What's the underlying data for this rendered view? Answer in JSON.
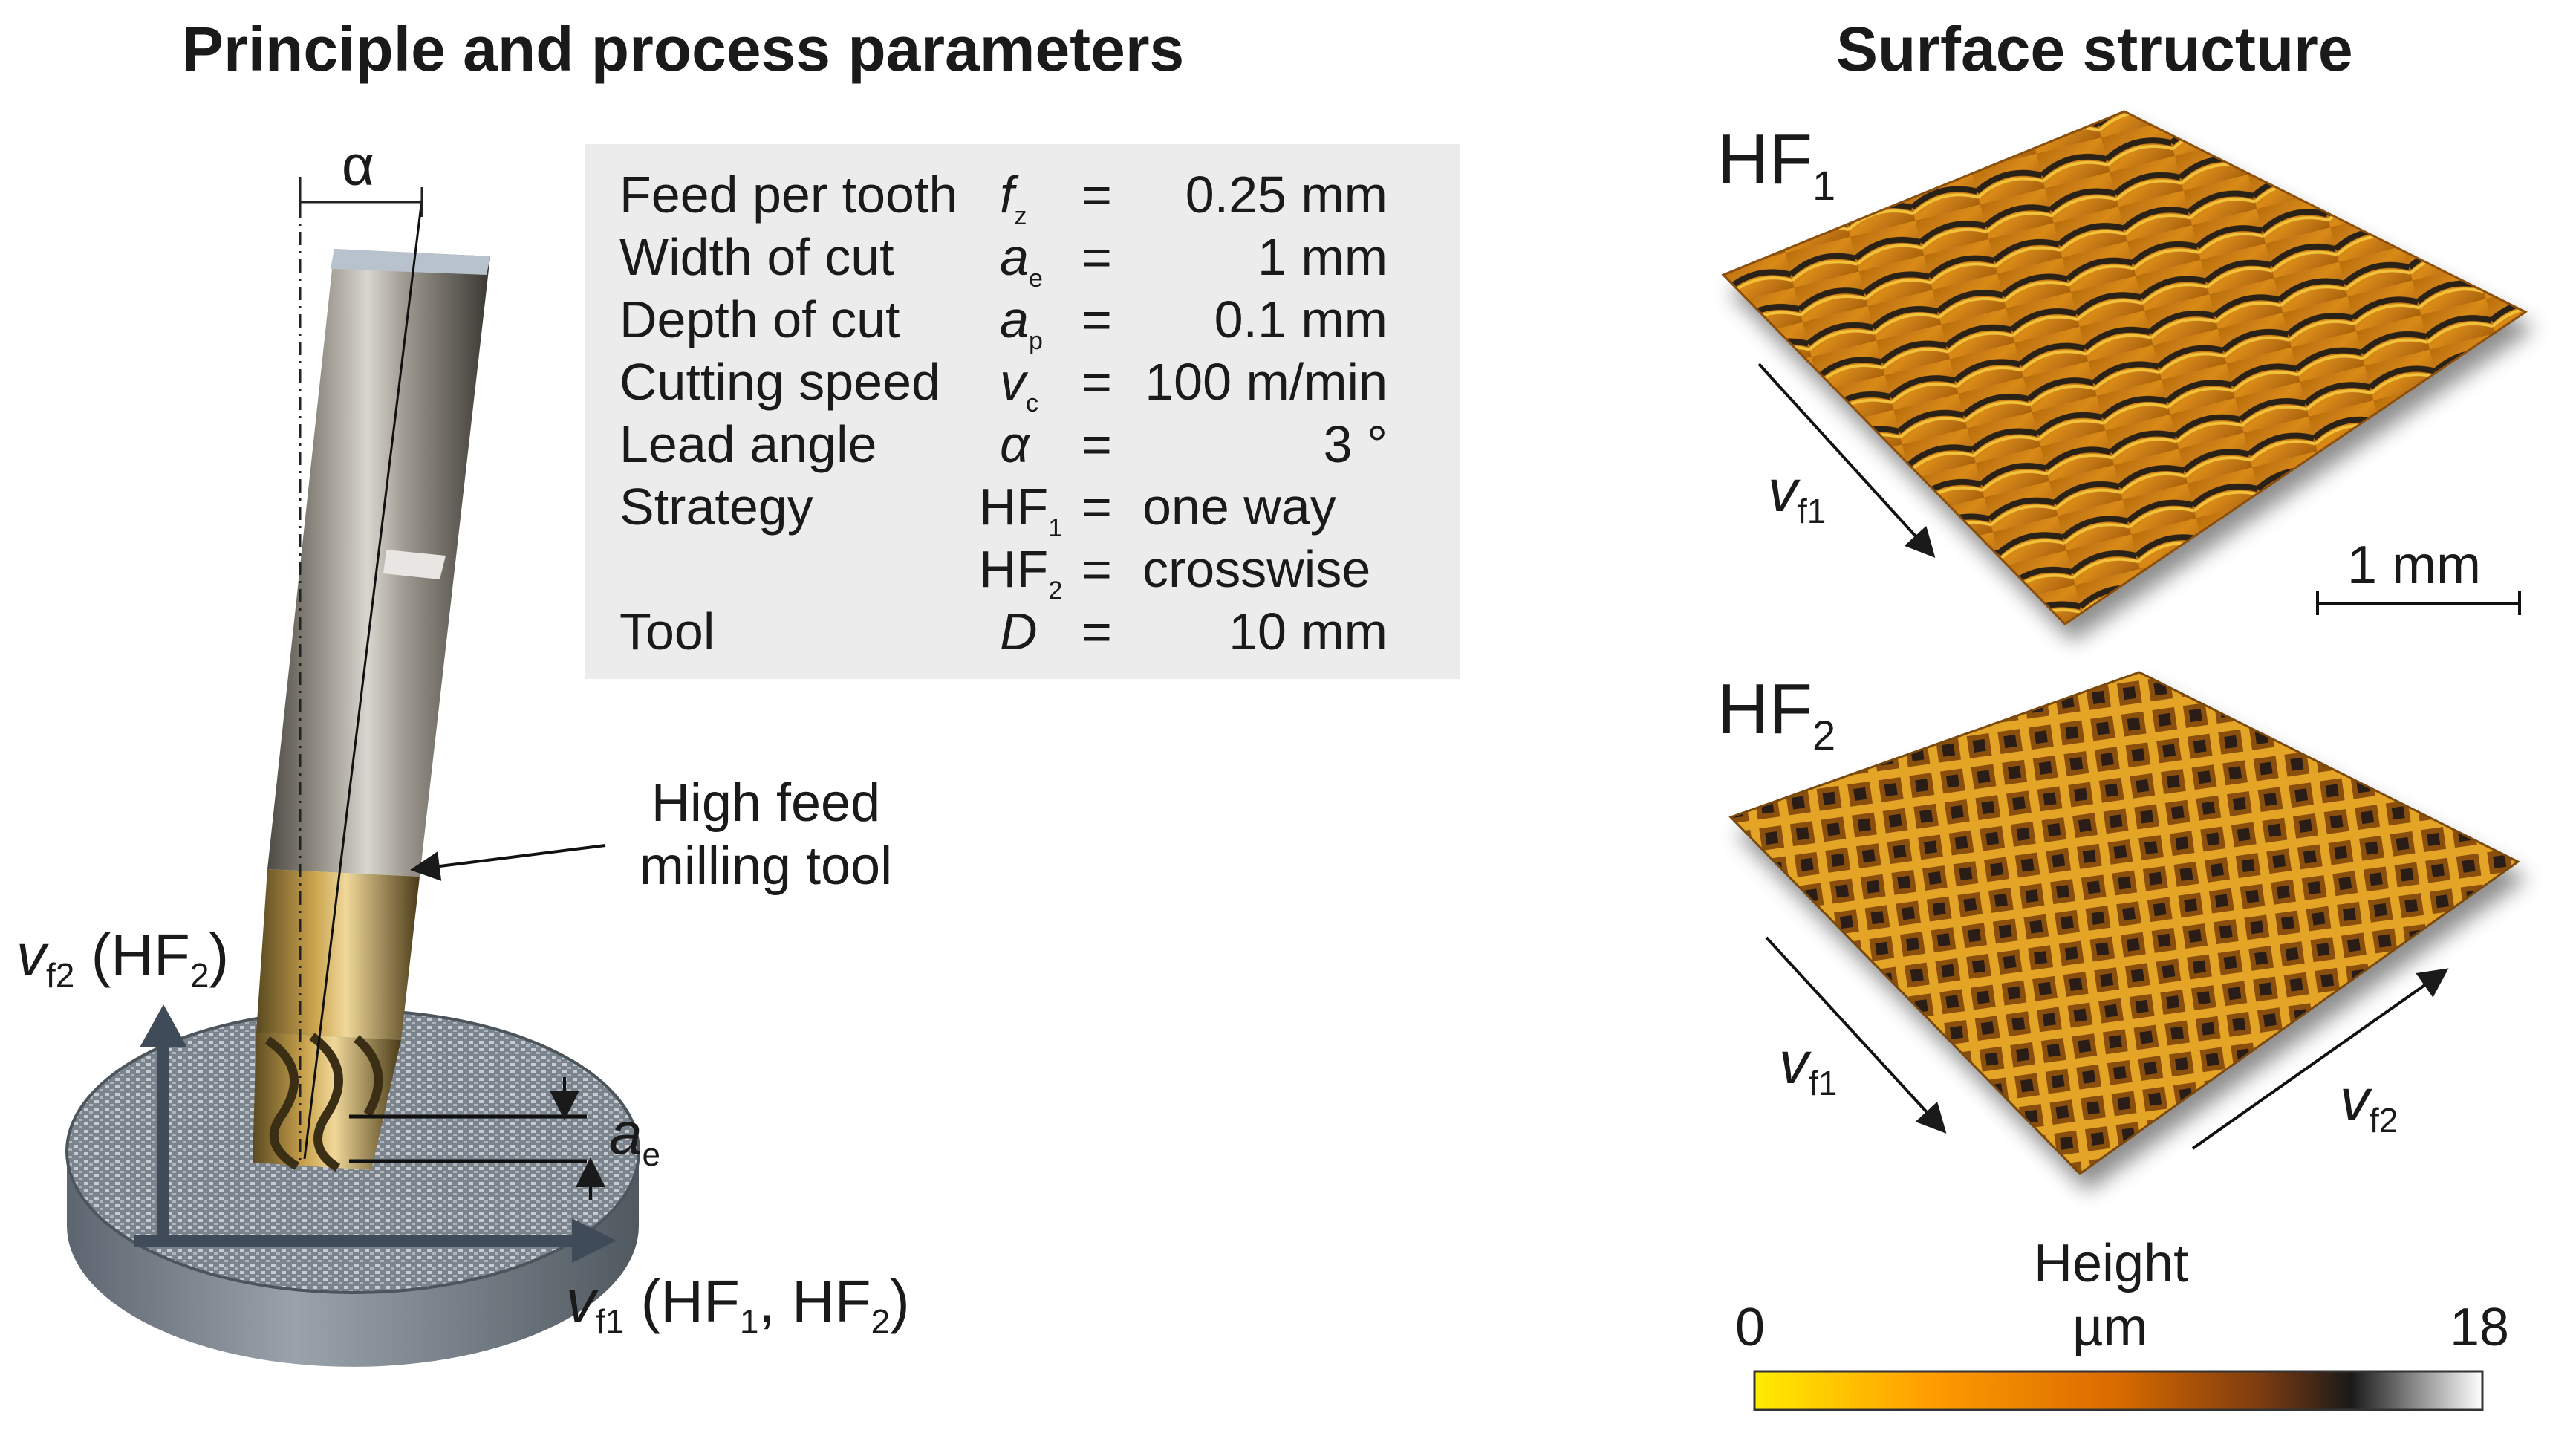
{
  "left_title": "Principle and process parameters",
  "right_title": "Surface structure",
  "alpha_label": "α",
  "parameters": [
    {
      "name": "Feed per tooth",
      "symbol": "f",
      "sub": "z",
      "eq": "=",
      "value": "0.25 mm"
    },
    {
      "name": "Width of cut",
      "symbol": "a",
      "sub": "e",
      "eq": "=",
      "value": "1 mm"
    },
    {
      "name": "Depth of cut",
      "symbol": "a",
      "sub": "p",
      "eq": "=",
      "value": "0.1 mm"
    },
    {
      "name": "Cutting speed",
      "symbol": "v",
      "sub": "c",
      "eq": "=",
      "value": "100 m/min"
    },
    {
      "name": "Lead angle",
      "symbol": "α",
      "sub": "",
      "eq": "=",
      "value": "3 °"
    },
    {
      "name": "Strategy",
      "symbol": "HF",
      "sub": "1",
      "eq": "=",
      "value": "one way"
    },
    {
      "name": "",
      "symbol": "HF",
      "sub": "2",
      "eq": "=",
      "value": "crosswise"
    },
    {
      "name": "Tool",
      "symbol": "D",
      "sub": "",
      "eq": "=",
      "value": "10 mm"
    }
  ],
  "tool_label": {
    "line1": "High feed",
    "line2": "milling tool"
  },
  "ae_label": {
    "symbol": "a",
    "sub": "e"
  },
  "vf2_label": {
    "v": "v",
    "sub": "f2",
    "paren_open": " (HF",
    "hf_sub": "2",
    "paren_close": ")"
  },
  "vf1_label": {
    "v": "v",
    "sub": "f1",
    "paren_open": " (HF",
    "hf1_sub": "1",
    "mid": ", HF",
    "hf2_sub": "2",
    "paren_close": ")"
  },
  "surface": {
    "hf1": {
      "label": "HF",
      "sub": "1",
      "arrow_v": "v",
      "arrow_sub": "f1"
    },
    "hf2": {
      "label": "HF",
      "sub": "2",
      "arrow1_v": "v",
      "arrow1_sub": "f1",
      "arrow2_v": "v",
      "arrow2_sub": "f2"
    },
    "scale_bar": "1 mm"
  },
  "colorbar": {
    "title": "Height",
    "unit": "µm",
    "min_label": "0",
    "max_label": "18",
    "colors": [
      "#ffec00",
      "#ff9a00",
      "#d96a00",
      "#7a3a10",
      "#1a1a1a",
      "#ffffff"
    ]
  },
  "colors": {
    "param_box_bg": "#ececec",
    "axis_arrow": "#3f4b58",
    "text": "#1a1a1a"
  }
}
